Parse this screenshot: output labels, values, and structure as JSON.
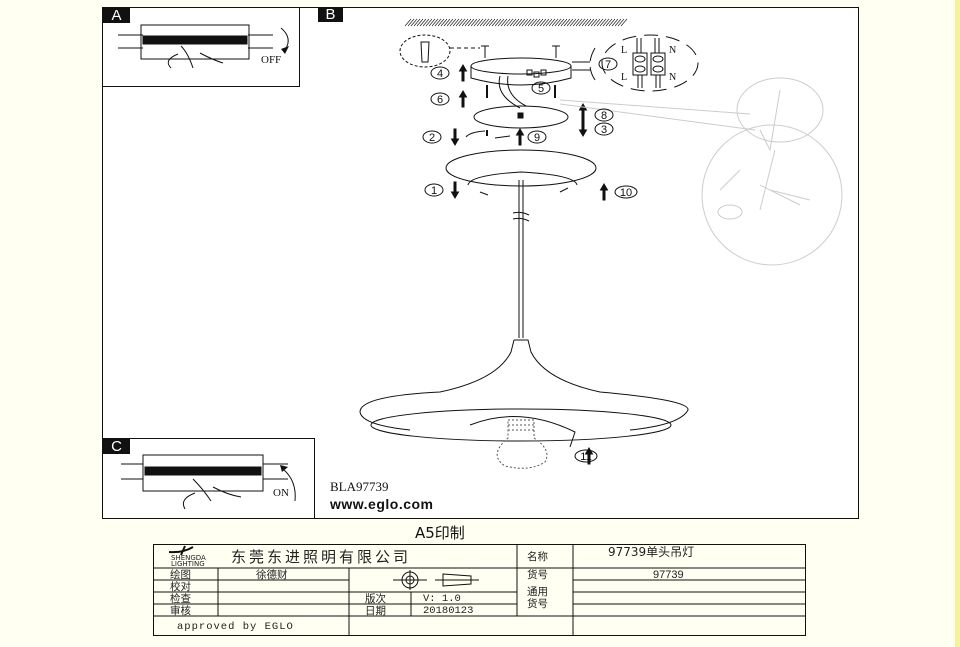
{
  "panels": {
    "a": {
      "tag": "A",
      "action": "OFF"
    },
    "b": {
      "tag": "B"
    },
    "c": {
      "tag": "C",
      "action": "ON"
    }
  },
  "steps": [
    "1",
    "2",
    "3",
    "4",
    "5",
    "6",
    "7",
    "8",
    "9",
    "10",
    "11"
  ],
  "terminal_labels": {
    "live": "L",
    "neutral": "N"
  },
  "model_code": "BLA97739",
  "website": "www.eglo.com",
  "print_format": "A5印制",
  "title_block": {
    "company": "东莞东进照明有限公司",
    "logo_text": "SHENGDA LIGHTING",
    "name_label": "名称",
    "name_value": "97739单头吊灯",
    "drawn_label": "绘图",
    "drawn_value": "徐德财",
    "proof_label": "校对",
    "check_label": "检查",
    "review_label": "审核",
    "item_no_label": "货号",
    "item_no_value": "97739",
    "general_no_label_1": "通用",
    "general_no_label_2": "货号",
    "version_label": "版次",
    "version_value": "V: 1.0",
    "date_label": "日期",
    "date_value": "20180123",
    "approved": "approved by EGLO"
  },
  "colors": {
    "page_bg": "#fffff2",
    "line": "#111111",
    "faint": "#c8c8c8"
  }
}
